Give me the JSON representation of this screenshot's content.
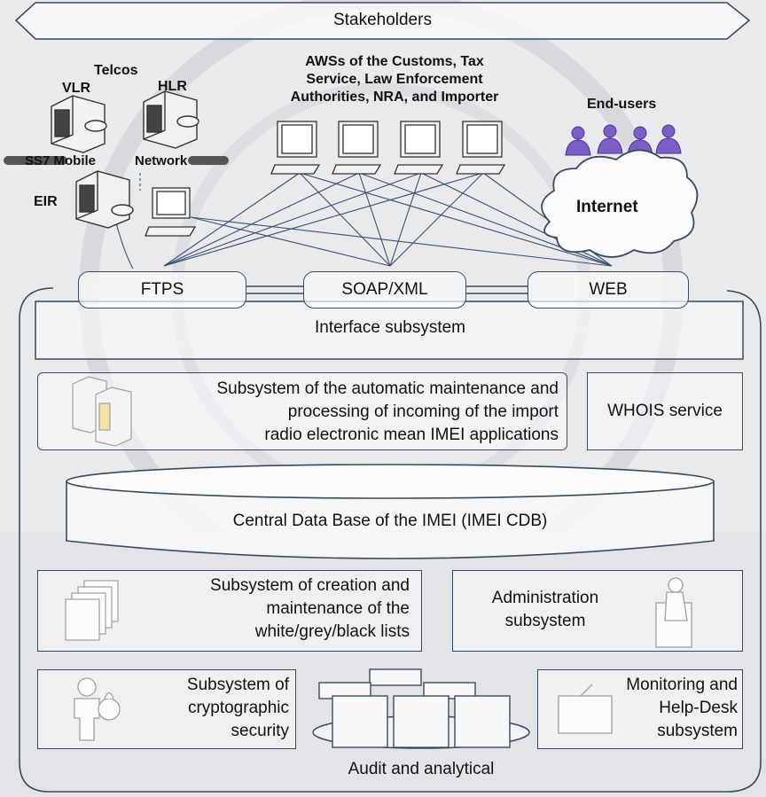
{
  "stakeholders": "Stakeholders",
  "telcos": {
    "title": "Telcos",
    "vlr": "VLR",
    "hlr": "HLR",
    "ss7": "SS7 Mobile",
    "network": "Network",
    "eir": "EIR"
  },
  "aws": {
    "line1": "AWSs of the Customs, Tax",
    "line2": "Service, Law Enforcement",
    "line3": "Authorities, NRA, and Importer"
  },
  "endusers": "End-users",
  "internet": "Internet",
  "interfaces": {
    "ftps": "FTPS",
    "soap": "SOAP/XML",
    "web": "WEB",
    "subsystem": "Interface subsystem"
  },
  "auto_proc": {
    "line1": "Subsystem of the automatic maintenance and",
    "line2": "processing of incoming of the import",
    "line3": "radio electronic mean IMEI applications"
  },
  "whois": "WHOIS service",
  "cdb": "Central Data Base of the IMEI (IMEI CDB)",
  "lists": {
    "line1": "Subsystem of creation  and",
    "line2": "maintenance of the",
    "line3": "white/grey/black lists"
  },
  "admin": {
    "line1": "Administration",
    "line2": "subsystem"
  },
  "crypto": {
    "line1": "Subsystem of",
    "line2": "cryptographic",
    "line3": "security"
  },
  "audit": "Audit and analytical",
  "monitoring": {
    "line1": "Monitoring and",
    "line2": "Help-Desk",
    "line3": "subsystem"
  }
}
